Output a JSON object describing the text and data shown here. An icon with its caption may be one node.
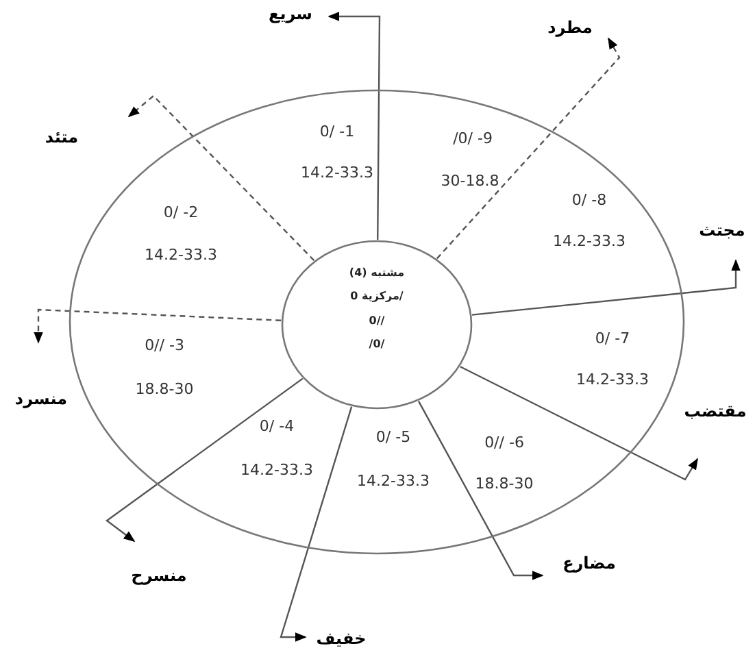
{
  "diagram": {
    "nodes": [
      {
        "text": [],
        "shape": "ellipse"
      },
      {
        "text": [
          "مشتبه (4)",
          "مركزية 0/",
          "0//",
          "/0/"
        ],
        "in": 0
      },
      {
        "text": [
          "0/ -1",
          "14.2-33.3"
        ],
        "in": 0
      },
      {
        "text": [
          "0/ -2",
          "14.2-33.3"
        ],
        "in": 0
      },
      {
        "text": [
          "0// -3",
          "18.8-30"
        ],
        "in": 0
      },
      {
        "text": [
          "0/ -4",
          "14.2-33.3"
        ],
        "in": 0
      },
      {
        "text": [
          "0/ -5",
          "14.2-33.3"
        ],
        "in": 0
      },
      {
        "text": [
          "0// -6",
          "18.8-30"
        ],
        "in": 0
      },
      {
        "text": [
          "0/ -7",
          "14.2-33.3"
        ],
        "in": 0
      },
      {
        "text": [
          "0/ -8",
          "14.2-33.3"
        ],
        "in": 0
      },
      {
        "text": [
          "/0/ -9",
          "30-18.8"
        ],
        "in": 0
      },
      {
        "text": [
          "سريع"
        ]
      },
      {
        "text": [
          "مطرد"
        ]
      },
      {
        "text": [
          "متئد"
        ]
      },
      {
        "text": [
          "مجتث"
        ]
      },
      {
        "text": [
          "منسرد"
        ]
      },
      {
        "text": [
          "مقتضب"
        ]
      },
      {
        "text": [
          "منسرح"
        ]
      },
      {
        "text": [
          "مضارع"
        ]
      },
      {
        "text": [
          "خفيف"
        ]
      }
    ],
    "edges": [
      {
        "from": 1,
        "to": 11,
        "arrow": "to"
      },
      {
        "from": 1,
        "to": 12,
        "arrow": "to",
        "style": "dashed"
      },
      {
        "from": 1,
        "to": 14,
        "arrow": "to"
      },
      {
        "from": 1,
        "to": 16,
        "arrow": "to"
      },
      {
        "from": 1,
        "to": 18,
        "arrow": "to"
      },
      {
        "from": 1,
        "to": 19,
        "arrow": "to"
      },
      {
        "from": 1,
        "to": 17,
        "arrow": "to"
      },
      {
        "from": 1,
        "to": 15,
        "arrow": "to",
        "style": "dashed"
      },
      {
        "from": 1,
        "to": 13,
        "arrow": "to",
        "style": "dashed"
      }
    ]
  }
}
